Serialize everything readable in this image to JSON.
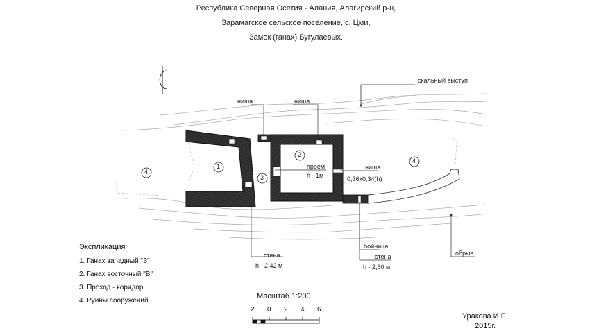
{
  "title": {
    "line1": "Республика Северная Осетия - Алания, Алагирский р-н,",
    "line2": "Зарамагское сельское поселение, с. Цми,",
    "line3": "Замок (ганах) Бугулаевых."
  },
  "labels": {
    "niche_left": "ниша",
    "niche_mid": "ниша",
    "niche_right": "ниша",
    "niche_right_size": "0,36х0,34(h)",
    "rock": "скальный выступ",
    "opening": "проем",
    "opening_h": "h - 1м",
    "wall_left": "стена",
    "wall_left_h": "h - 2,42 м",
    "loophole": "бойница",
    "wall_right": "стена",
    "wall_right_h": "h - 2,60 м",
    "cliff": "обрыв"
  },
  "markers": [
    "1",
    "2",
    "3",
    "4",
    "4"
  ],
  "legend": {
    "title": "Экспликация",
    "items": [
      "1.  Ганах западный \"З\"",
      "2. Ганах восточный \"В\"",
      "3. Проход - коридор",
      "4. Руины сооружений"
    ]
  },
  "scale": {
    "title": "Масштаб 1:200",
    "ticks": [
      "2",
      "0",
      "2",
      "4",
      "6"
    ]
  },
  "author": {
    "name": "Уракова И.Г.",
    "year": "2015г."
  },
  "icons": {
    "north": "north-arrow-icon"
  },
  "colors": {
    "wall": "#2a2a2a",
    "line": "#666666",
    "light": "#bbbbbb"
  }
}
